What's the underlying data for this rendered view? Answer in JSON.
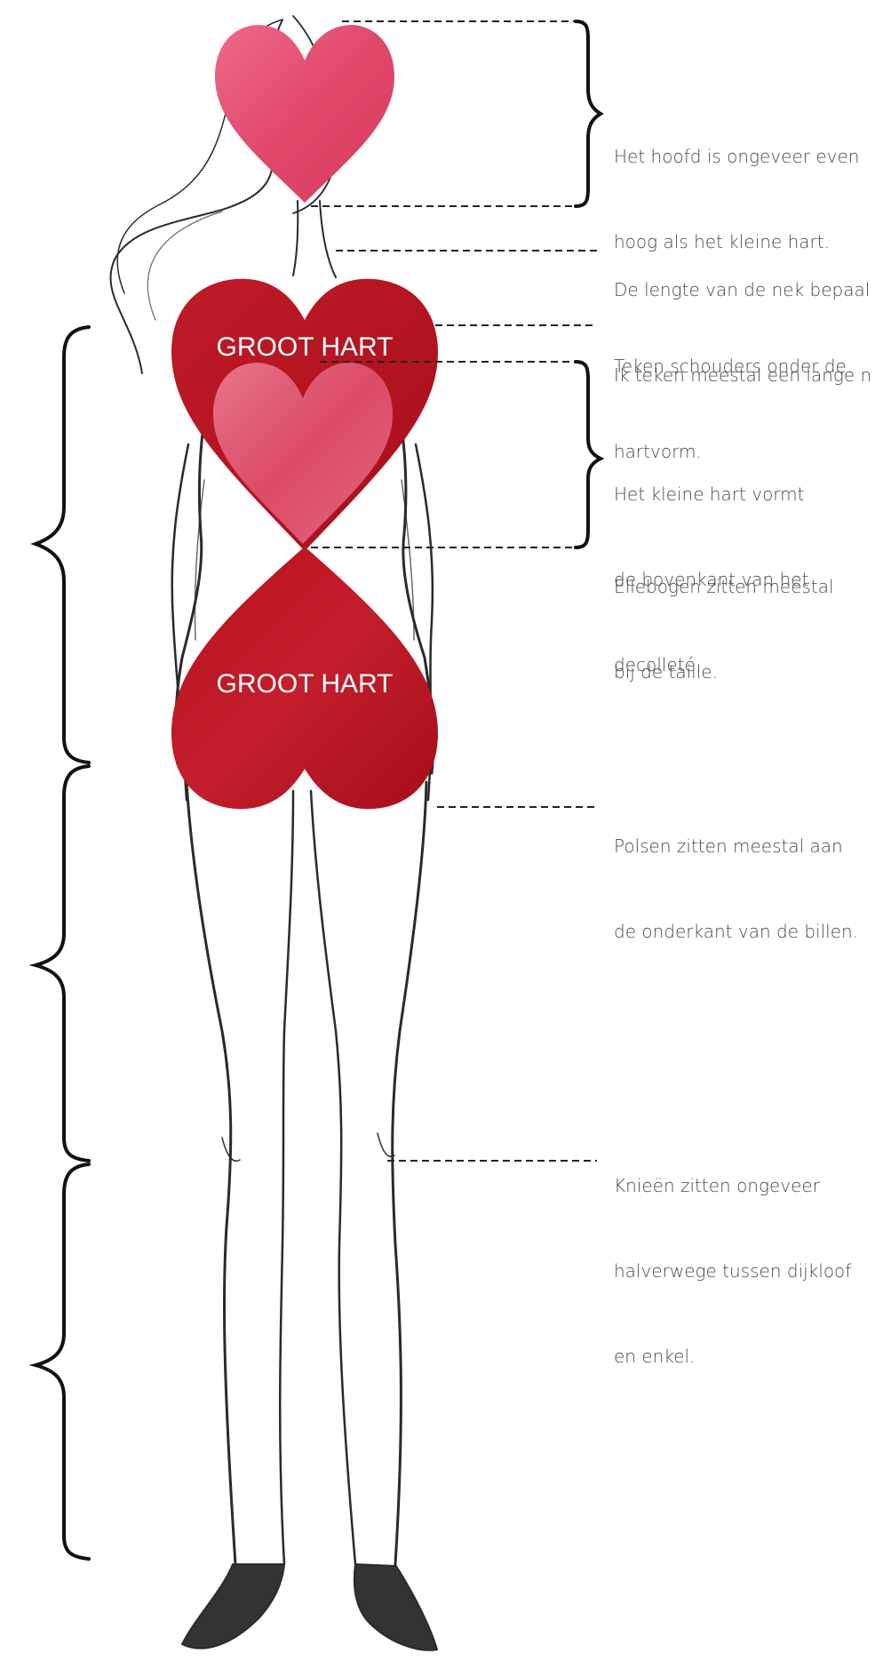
{
  "diagram": {
    "heart_labels": {
      "upper": "GROOT HART",
      "lower": "GROOT HART"
    },
    "annotations": [
      {
        "id": "head",
        "lines": [
          "Het hoofd is ongeveer even",
          "hoog als het kleine hart."
        ]
      },
      {
        "id": "neck",
        "lines": [
          "De lengte van de nek bepaal",
          "Ik teken meestal een lange n"
        ]
      },
      {
        "id": "shoulders",
        "lines": [
          "Teken schouders onder de",
          "hartvorm."
        ]
      },
      {
        "id": "decollete",
        "lines": [
          "Het kleine hart vormt",
          "de bovenkant van het",
          "decolleté."
        ]
      },
      {
        "id": "elbows",
        "lines": [
          "Ellebogen zitten meestal",
          "bij de taille."
        ]
      },
      {
        "id": "wrists",
        "lines": [
          "Polsen zitten meestal aan",
          "de onderkant van de billen."
        ]
      },
      {
        "id": "knees",
        "lines": [
          "Knieën zitten ongeveer",
          "halverwege tussen dijkloof",
          "en enkel."
        ]
      }
    ],
    "colors": {
      "small_heart": "#e04a6c",
      "big_heart": "#b8141f",
      "sketch": "#2a2a2a",
      "guide": "#222222",
      "text": "#4a4a4a"
    },
    "icons": [
      "pencil-figure-sketch",
      "heart-shape",
      "curly-brace",
      "dashed-leader-line"
    ]
  }
}
